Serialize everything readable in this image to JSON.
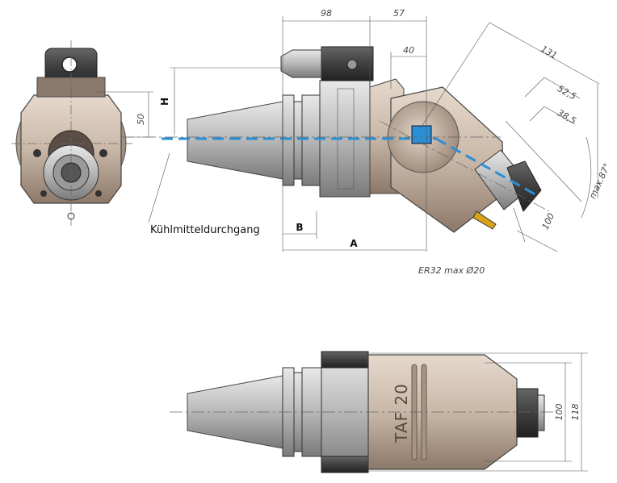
{
  "drawing": {
    "label_coolant": "Kühlmitteldurchgang",
    "label_collet": "ER32 max Ø20",
    "label_angle": "max.87°",
    "label_a": "A",
    "label_b": "B",
    "label_h": "H",
    "dim_98": "98",
    "dim_57": "57",
    "dim_40": "40",
    "dim_131": "131",
    "dim_52_5": "52,5",
    "dim_38_5": "38,5",
    "dim_100_top": "100",
    "dim_50": "50",
    "dim_100_bottom": "100",
    "dim_118": "118",
    "body_text": "TAF 20"
  },
  "colors": {
    "body": "#c9b8a8",
    "body_dark": "#8c7868",
    "steel": "#bdbdbd",
    "steel_dark": "#6f6f6f",
    "coolant": "#2a8fd4",
    "dimension": "#555555"
  }
}
